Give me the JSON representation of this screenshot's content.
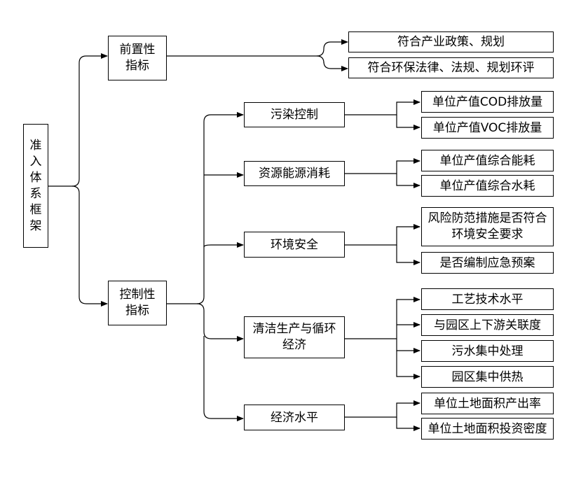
{
  "root": {
    "chars": [
      "准",
      "入",
      "体",
      "系",
      "框",
      "架"
    ]
  },
  "pre": {
    "line1": "前置性",
    "line2": "指标",
    "items": [
      "符合产业政策、规划",
      "符合环保法律、法规、规划环评"
    ]
  },
  "ctrl": {
    "line1": "控制性",
    "line2": "指标",
    "groups": [
      {
        "label": "污染控制",
        "items": [
          "单位产值COD排放量",
          "单位产值VOC排放量"
        ]
      },
      {
        "label": "资源能源消耗",
        "items": [
          "单位产值综合能耗",
          "单位产值综合水耗"
        ]
      },
      {
        "label": "环境安全",
        "items": [
          {
            "line1": "风险防范措施是否符合",
            "line2": "环境安全要求"
          },
          "是否编制应急预案"
        ]
      },
      {
        "line1": "清洁生产与循环",
        "line2": "经济",
        "items": [
          "工艺技术水平",
          "与园区上下游关联度",
          "污水集中处理",
          "园区集中供热"
        ]
      },
      {
        "label": "经济水平",
        "items": [
          "单位土地面积产出率",
          "单位土地面积投资密度"
        ]
      }
    ]
  }
}
